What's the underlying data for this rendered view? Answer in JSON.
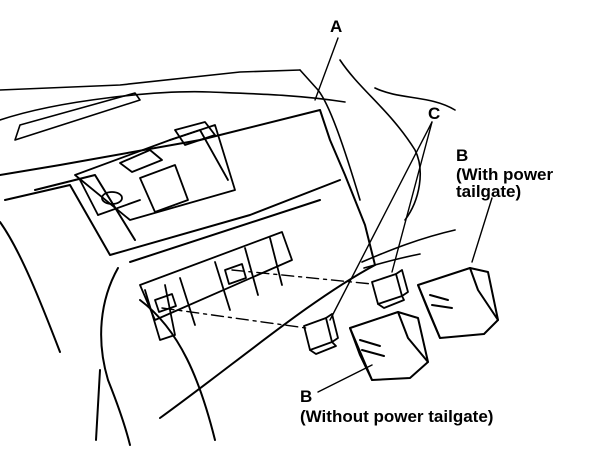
{
  "labels": {
    "a": "A",
    "c": "C",
    "b_with": {
      "letter": "B",
      "line1": "(With power",
      "line2": "tailgate)"
    },
    "b_without": {
      "letter": "B",
      "line1": "(Without power tailgate)"
    }
  },
  "colors": {
    "ink": "#000000",
    "paper": "#ffffff"
  }
}
